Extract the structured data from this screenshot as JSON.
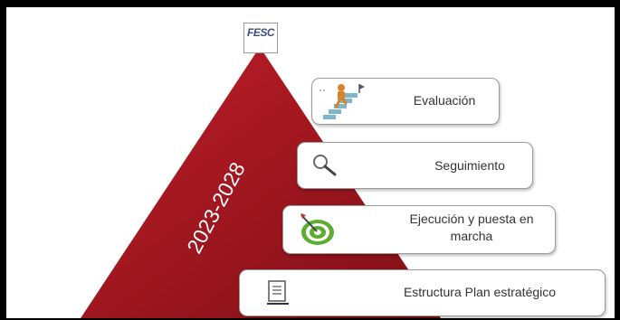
{
  "logo": {
    "main": "FESC",
    "sub": ""
  },
  "pyramid": {
    "period": "2023-2028",
    "color": "#a3141e"
  },
  "stages": [
    {
      "label": "Evaluación",
      "icon": "stairs-climber-icon"
    },
    {
      "label": "Seguimiento",
      "icon": "magnifier-icon"
    },
    {
      "label": "Ejecución y puesta en marcha",
      "icon": "target-icon"
    },
    {
      "label": "Estructura Plan estratégico",
      "icon": "document-icon"
    }
  ]
}
